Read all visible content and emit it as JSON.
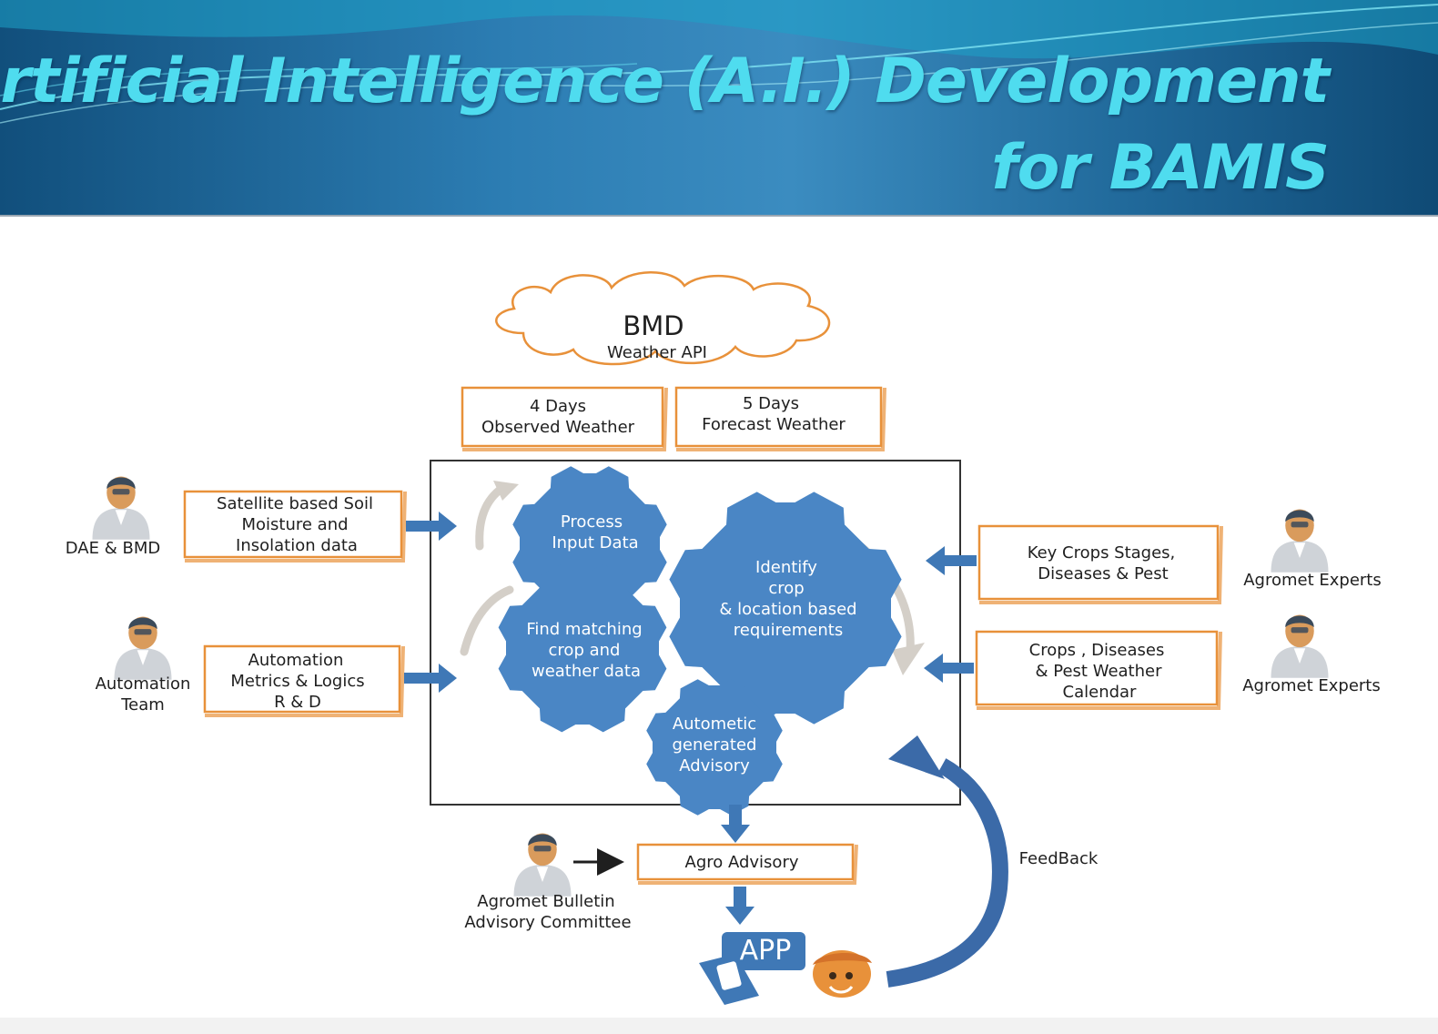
{
  "slide": {
    "title_line1": "Artificial Intelligence (A.I.) Development",
    "title_line2": "for BAMIS"
  },
  "diagram": {
    "cloud": {
      "title": "BMD",
      "subtitle": "Weather API"
    },
    "top_boxes": [
      {
        "lines": [
          "4 Days",
          "Observed Weather"
        ]
      },
      {
        "lines": [
          "5 Days",
          "Forecast Weather"
        ]
      }
    ],
    "left_inputs": [
      {
        "actor": [
          "DAE & BMD"
        ],
        "box": [
          "Satellite based Soil",
          "Moisture and",
          "Insolation data"
        ]
      },
      {
        "actor": [
          "Automation",
          "Team"
        ],
        "box": [
          "Automation",
          "Metrics & Logics",
          "R & D"
        ]
      }
    ],
    "right_inputs": [
      {
        "actor": [
          "Agromet Experts"
        ],
        "box": [
          "Key Crops Stages,",
          "Diseases & Pest"
        ]
      },
      {
        "actor": [
          "Agromet Experts"
        ],
        "box": [
          "Crops , Diseases",
          "& Pest Weather",
          "Calendar"
        ]
      }
    ],
    "gears": [
      {
        "lines": [
          "Process",
          "Input Data"
        ]
      },
      {
        "lines": [
          "Find matching",
          "crop and",
          "weather data"
        ]
      },
      {
        "lines": [
          "Identify",
          "crop",
          "& location based",
          "requirements"
        ]
      },
      {
        "lines": [
          "Autometic",
          "generated",
          "Advisory"
        ]
      }
    ],
    "output_box": "Agro Advisory",
    "committee": [
      "Agromet Bulletin",
      "Advisory Committee"
    ],
    "app_label": "APP",
    "feedback_label": "FeedBack",
    "colors": {
      "gear": "#4a86c5",
      "box_border": "#e8913a",
      "arrow": "#3f78b6",
      "cloud": "#e8913a",
      "feedback": "#3b6aa8"
    }
  }
}
